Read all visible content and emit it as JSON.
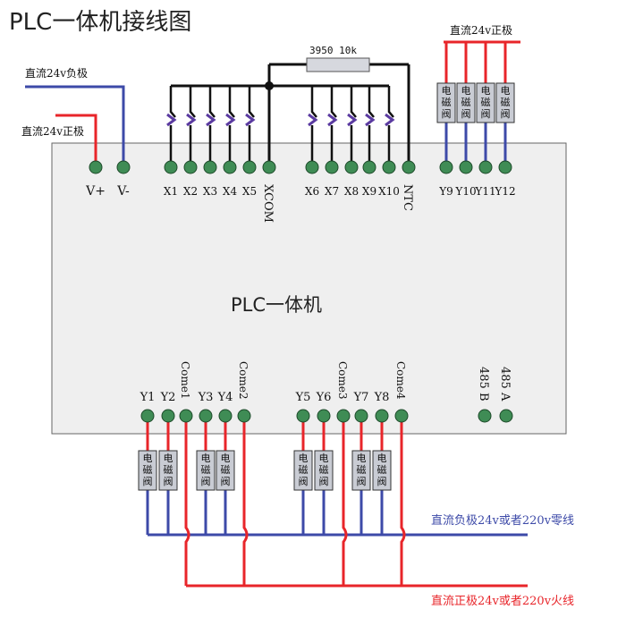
{
  "title": "PLC一体机接线图",
  "center_label": "PLC一体机",
  "colors": {
    "red": "#e8252a",
    "blue": "#3d4aa8",
    "black": "#111111",
    "terminal": "#3f8c55",
    "body": "#efefef",
    "valve": "#c9ccd4"
  },
  "labels": {
    "left_neg": "直流24v负极",
    "left_pos": "直流24v正极",
    "top_right_pos": "直流24v正极",
    "resistor": "3950 10k",
    "bus_blue": "直流负极24v或者220v零线",
    "bus_red": "直流正极24v或者220v火线",
    "valve": "电磁阀"
  },
  "top_terminals": [
    "V+",
    "V-",
    "X1",
    "X2",
    "X3",
    "X4",
    "X5",
    "XCOM",
    "X6",
    "X7",
    "X8",
    "X9",
    "X10",
    "NTC",
    "Y9",
    "Y10",
    "Y11",
    "Y12"
  ],
  "bottom_terminals": [
    "Y1",
    "Y2",
    "Come1",
    "Y3",
    "Y4",
    "Come2",
    "Y5",
    "Y6",
    "Come3",
    "Y7",
    "Y8",
    "Come4",
    "485 B",
    "485 A"
  ]
}
